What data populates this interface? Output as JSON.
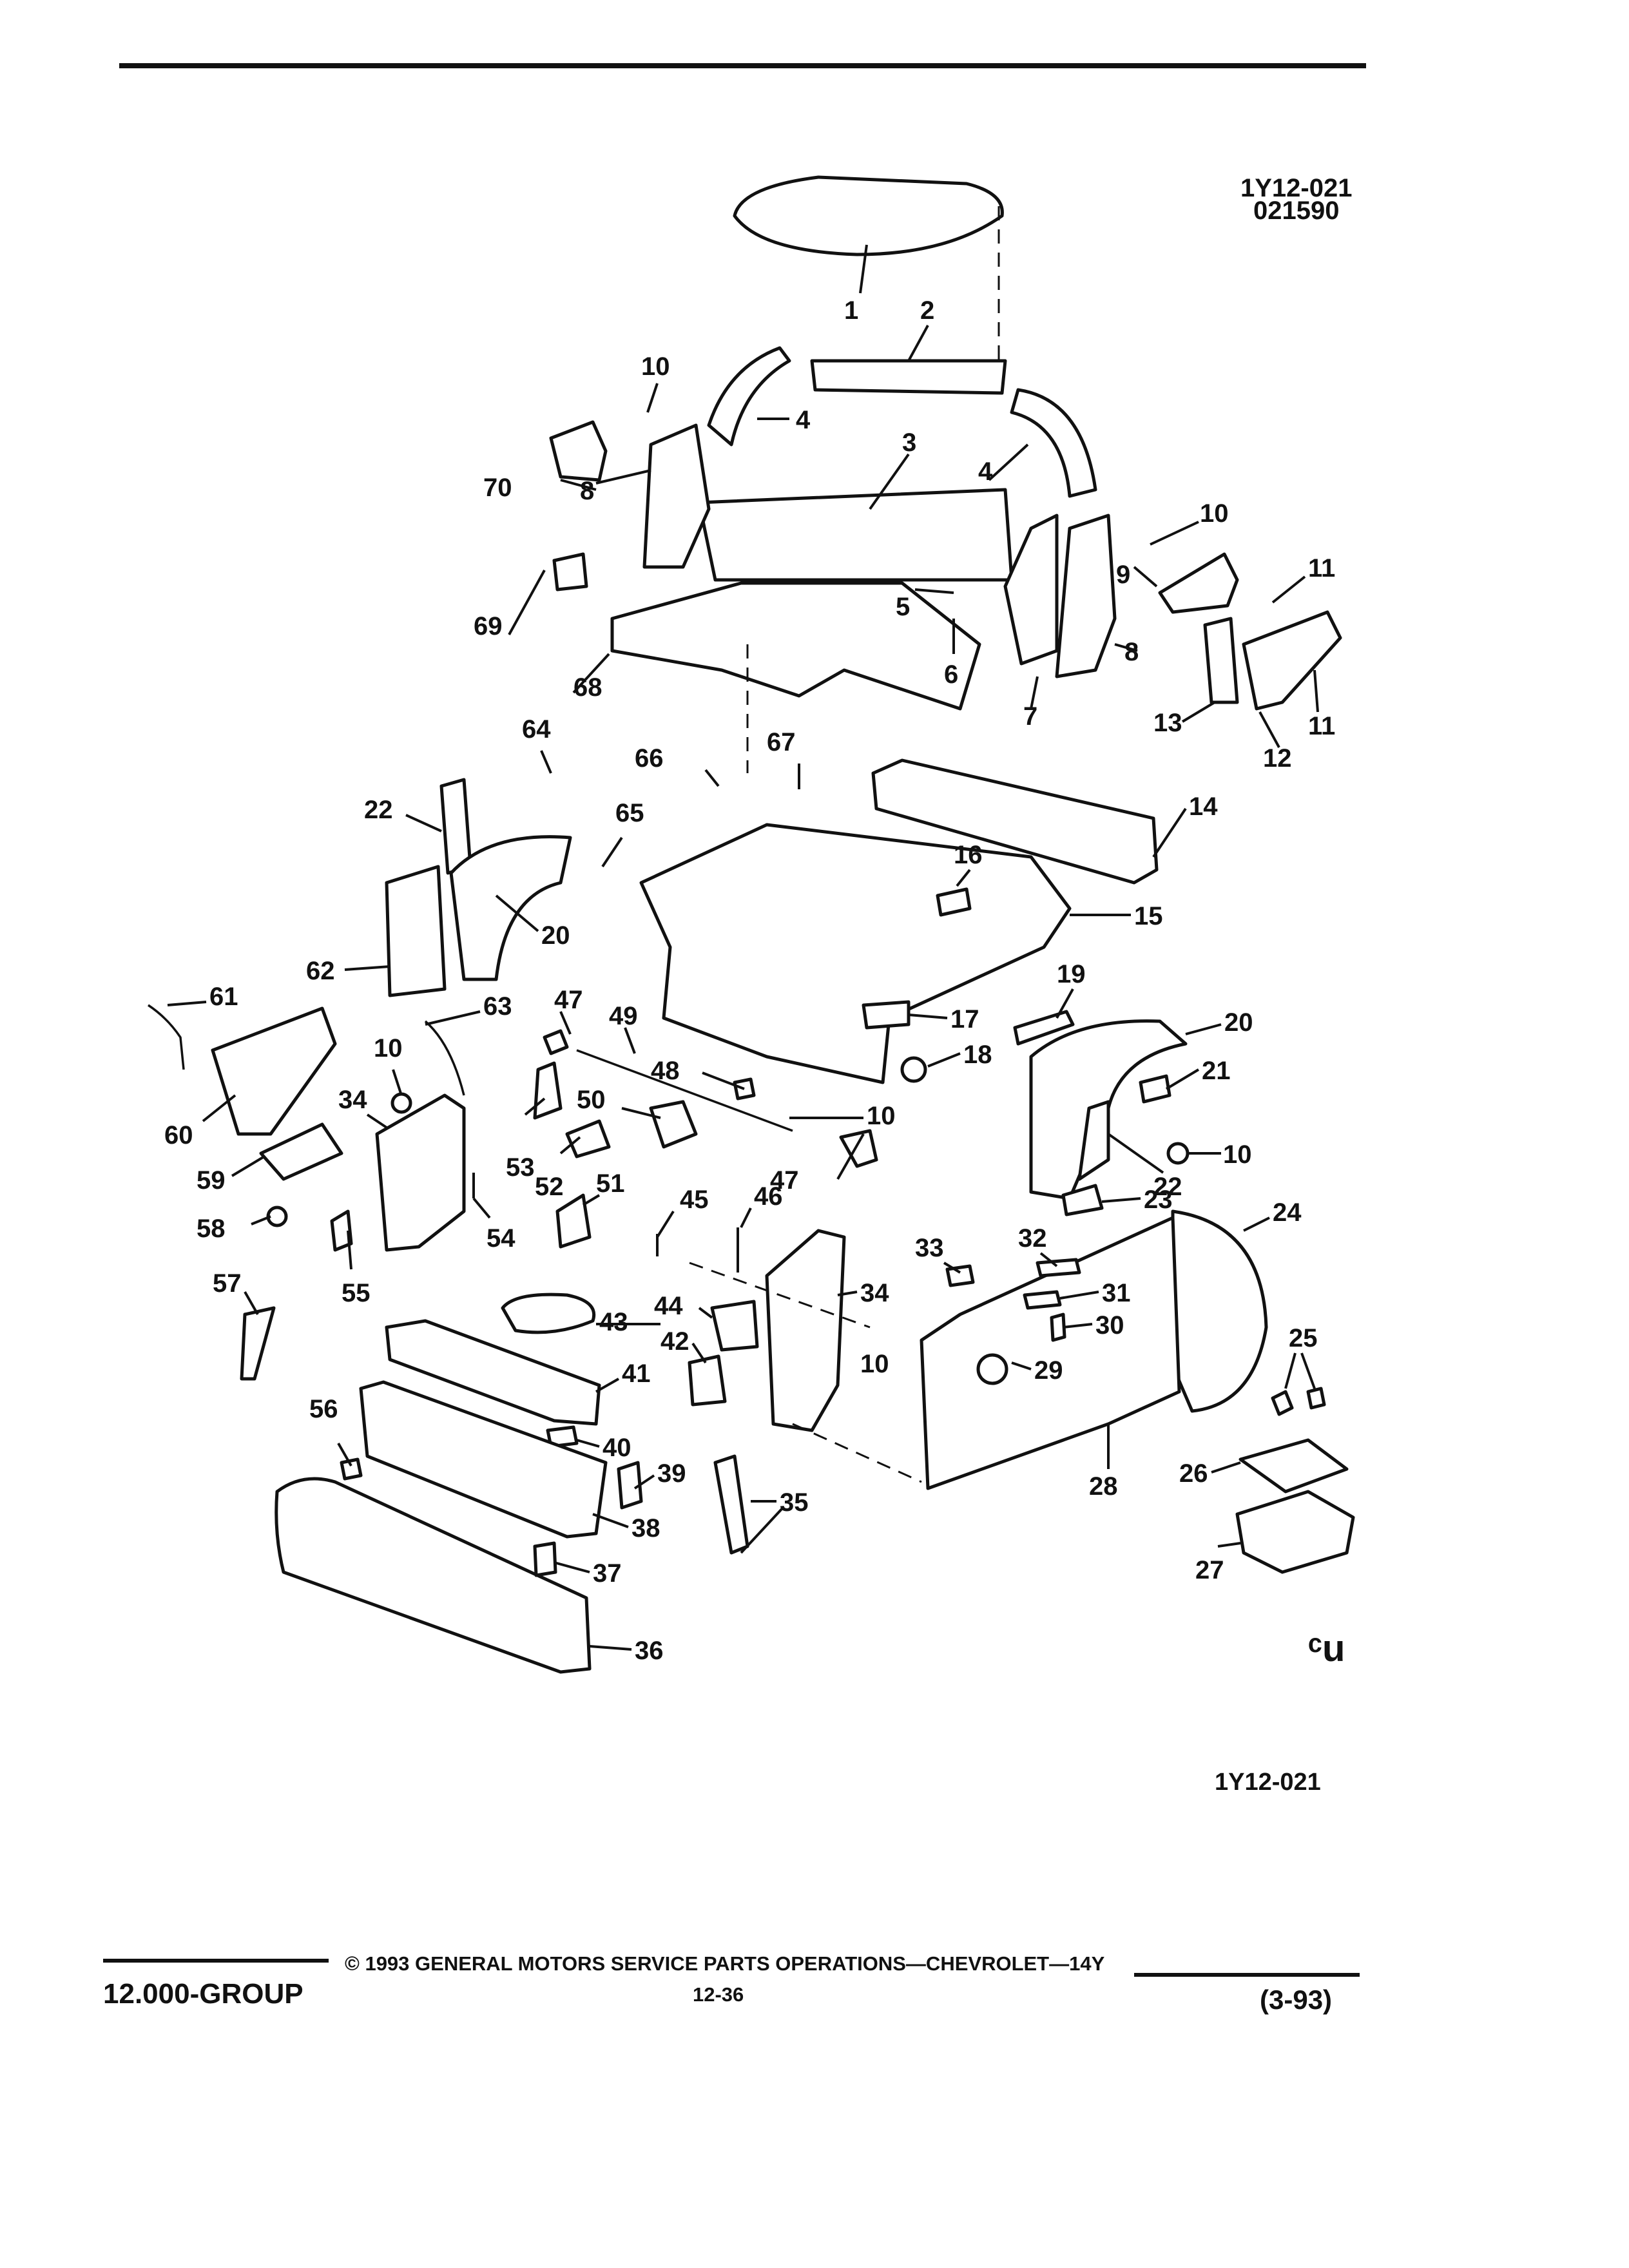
{
  "header": {
    "code_top": "1Y12-021",
    "code_sub": "021590"
  },
  "figure_code": "1Y12-021",
  "logo_mark": "ᶜu",
  "footer": {
    "copyright": "© 1993 GENERAL MOTORS SERVICE PARTS OPERATIONS—CHEVROLET—14Y",
    "group": "12.000-GROUP",
    "page": "12-36",
    "date": "(3-93)"
  },
  "callouts": [
    "1",
    "2",
    "3",
    "4",
    "4",
    "5",
    "6",
    "7",
    "8",
    "8",
    "9",
    "10",
    "10",
    "10",
    "10",
    "10",
    "10",
    "11",
    "11",
    "12",
    "13",
    "14",
    "15",
    "16",
    "17",
    "18",
    "19",
    "20",
    "20",
    "21",
    "22",
    "22",
    "23",
    "24",
    "25",
    "26",
    "27",
    "28",
    "29",
    "30",
    "31",
    "32",
    "33",
    "34",
    "34",
    "35",
    "36",
    "37",
    "38",
    "39",
    "40",
    "41",
    "42",
    "43",
    "44",
    "45",
    "46",
    "47",
    "47",
    "48",
    "49",
    "50",
    "51",
    "52",
    "53",
    "54",
    "55",
    "56",
    "57",
    "58",
    "59",
    "60",
    "61",
    "62",
    "63",
    "64",
    "65",
    "66",
    "67",
    "68",
    "69",
    "70"
  ]
}
